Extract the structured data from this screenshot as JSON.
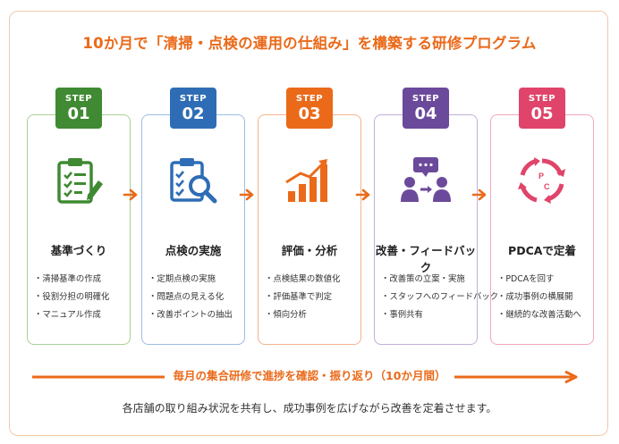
{
  "title": "10か月で「清掃・点検の運用の仕組み」を構築する研修プログラム",
  "steps": [
    {
      "label": "STEP",
      "num": "01",
      "title": "基準づくり",
      "color": "#3f8a32",
      "icon": "clipboard-checklist-icon",
      "items": [
        "清掃基準の作成",
        "役割分担の明確化",
        "マニュアル作成"
      ]
    },
    {
      "label": "STEP",
      "num": "02",
      "title": "点検の実施",
      "color": "#2e6db5",
      "icon": "inspection-magnifier-icon",
      "items": [
        "定期点検の実施",
        "問題点の見える化",
        "改善ポイントの抽出"
      ]
    },
    {
      "label": "STEP",
      "num": "03",
      "title": "評価・分析",
      "color": "#ea6a1a",
      "icon": "growth-bar-chart-icon",
      "items": [
        "点検結果の数値化",
        "評価基準で判定",
        "傾向分析"
      ]
    },
    {
      "label": "STEP",
      "num": "04",
      "title": "改善・フィードバック",
      "color": "#6b4a9b",
      "icon": "team-feedback-icon",
      "items": [
        "改善策の立案・実施",
        "スタッフへのフィードバック",
        "事例共有"
      ]
    },
    {
      "label": "STEP",
      "num": "05",
      "title": "PDCAで定着",
      "color": "#e0446a",
      "icon": "pdca-cycle-icon",
      "items": [
        "PDCAを回す",
        "成功事例の横展開",
        "継続的な改善活動へ"
      ]
    }
  ],
  "pdca_letters": {
    "p": "P",
    "c": "C"
  },
  "cycle_label": "毎月の集合研修で進捗を確認・振り返り（10か月間）",
  "caption": "各店舗の取り組み状況を共有し、成功事例を広げながら改善を定着させます。",
  "colors": {
    "accent": "#ea6a1a",
    "step1": "#3f8a32",
    "step2": "#2e6db5",
    "step3": "#ea6a1a",
    "step4": "#6b4a9b",
    "step5": "#e0446a"
  }
}
